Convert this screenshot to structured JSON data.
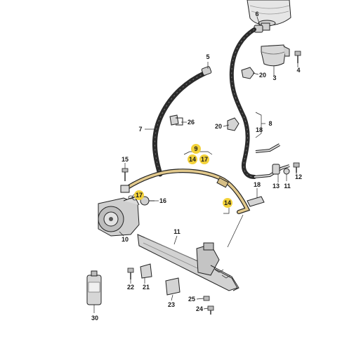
{
  "callouts": {
    "c1": {
      "text": "6"
    },
    "c2": {
      "text": "5"
    },
    "c3": {
      "text": "4"
    },
    "c4": {
      "text": "3"
    },
    "c5": {
      "text": "20"
    },
    "c6": {
      "text": "26"
    },
    "c7": {
      "text": "7"
    },
    "c8": {
      "text": "20"
    },
    "c9": {
      "text": "8"
    },
    "c10": {
      "text": "18"
    },
    "c11": {
      "text": "9"
    },
    "c12": {
      "text": "14"
    },
    "c13": {
      "text": "17"
    },
    "c14": {
      "text": "15"
    },
    "c15": {
      "text": "17"
    },
    "c16": {
      "text": "16"
    },
    "c17": {
      "text": "18"
    },
    "c18": {
      "text": "13"
    },
    "c19": {
      "text": "11"
    },
    "c20": {
      "text": "12"
    },
    "c21": {
      "text": "14"
    },
    "c22": {
      "text": "10"
    },
    "c23": {
      "text": "11"
    },
    "c24": {
      "text": "22"
    },
    "c25": {
      "text": "21"
    },
    "c26": {
      "text": "23"
    },
    "c27": {
      "text": "25"
    },
    "c28": {
      "text": "24"
    },
    "c29": {
      "text": "30"
    }
  },
  "colors": {
    "highlight": "#f3d23a",
    "line": "#222222",
    "hose": "#2b2b2b",
    "metal": "#c9c9c9"
  }
}
